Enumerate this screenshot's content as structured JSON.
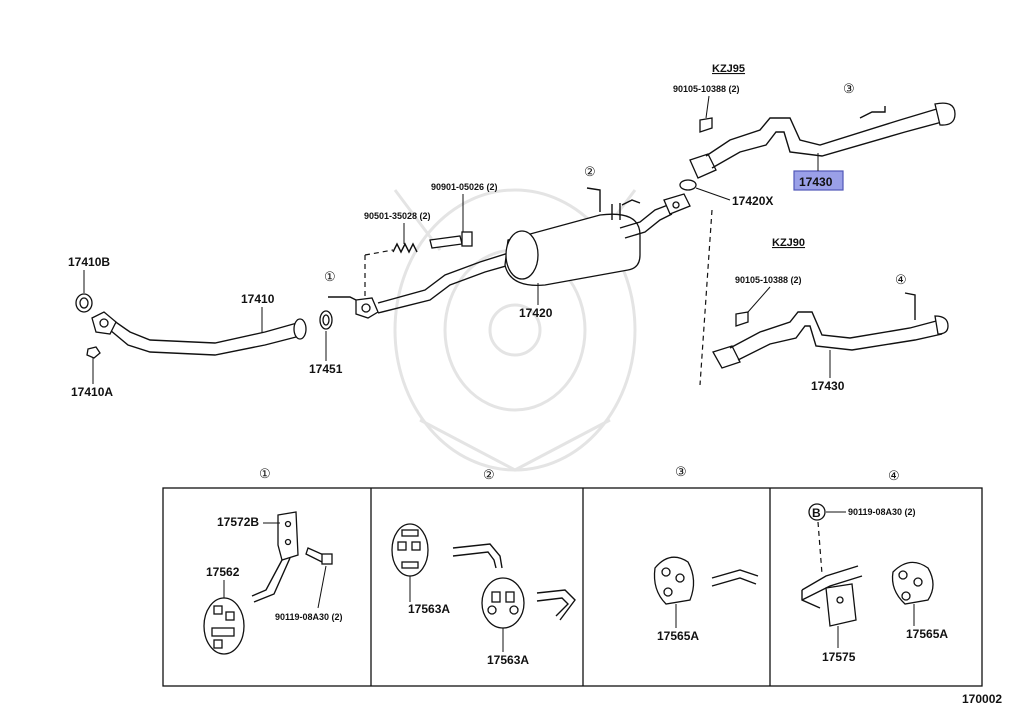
{
  "labels": {
    "p17410B": "17410B",
    "p17410": "17410",
    "p17410A": "17410A",
    "p17451": "17451",
    "p17420": "17420",
    "p17420X": "17420X",
    "p90901": "90901-05026 (2)",
    "p90501": "90501-35028 (2)",
    "p90105_top": "90105-10388 (2)",
    "p90105_mid": "90105-10388 (2)",
    "p17430_top": "17430",
    "p17430_mid": "17430",
    "kzj95": "KZJ95",
    "kzj90": "KZJ90",
    "c1": "①",
    "c2": "②",
    "c3": "③",
    "c4": "④"
  },
  "panels": {
    "p1": {
      "header": "①",
      "a17572B": "17572B",
      "a17562": "17562",
      "a90119": "90119-08A30 (2)"
    },
    "p2": {
      "header": "②",
      "a17563A_top": "17563A",
      "a17563A_bot": "17563A"
    },
    "p3": {
      "header": "③",
      "a17565A": "17565A"
    },
    "p4": {
      "header": "④",
      "bmark": "B",
      "a90119": "90119-08A30 (2)",
      "a17575": "17575",
      "a17565A": "17565A"
    }
  },
  "footer_code": "170002"
}
